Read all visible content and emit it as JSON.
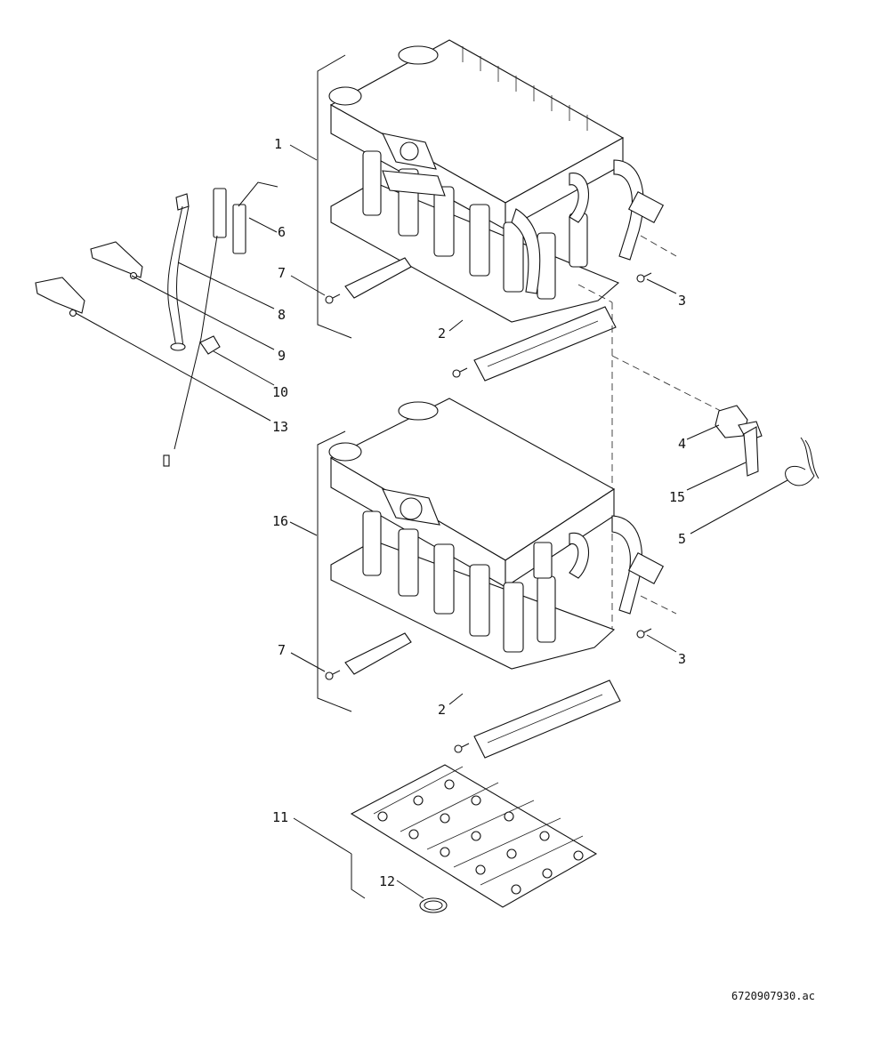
{
  "diagram": {
    "callouts": [
      {
        "id": "c1",
        "label": "1"
      },
      {
        "id": "c6",
        "label": "6"
      },
      {
        "id": "c7a",
        "label": "7"
      },
      {
        "id": "c3a",
        "label": "3"
      },
      {
        "id": "c8",
        "label": "8"
      },
      {
        "id": "c2a",
        "label": "2"
      },
      {
        "id": "c9",
        "label": "9"
      },
      {
        "id": "c10",
        "label": "10"
      },
      {
        "id": "c13",
        "label": "13"
      },
      {
        "id": "c4",
        "label": "4"
      },
      {
        "id": "c15",
        "label": "15"
      },
      {
        "id": "c16",
        "label": "16"
      },
      {
        "id": "c5",
        "label": "5"
      },
      {
        "id": "c7b",
        "label": "7"
      },
      {
        "id": "c3b",
        "label": "3"
      },
      {
        "id": "c2b",
        "label": "2"
      },
      {
        "id": "c11",
        "label": "11"
      },
      {
        "id": "c12",
        "label": "12"
      }
    ],
    "document_ref": "6720907930.ac"
  }
}
